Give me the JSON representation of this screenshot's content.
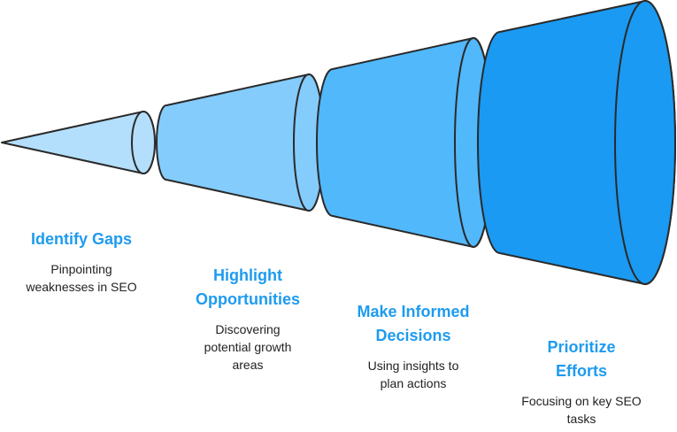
{
  "stages": [
    {
      "title": "Identify Gaps",
      "description": "Pinpointing weaknesses in SEO",
      "color": "#b3dffc"
    },
    {
      "title": "Highlight Opportunities",
      "description": "Discovering potential growth areas",
      "color": "#84ccfc"
    },
    {
      "title": "Make Informed Decisions",
      "description": "Using insights to plan actions",
      "color": "#52b8fc"
    },
    {
      "title": "Prioritize Efforts",
      "description": "Focusing on key SEO tasks",
      "color": "#1a9af2"
    }
  ]
}
